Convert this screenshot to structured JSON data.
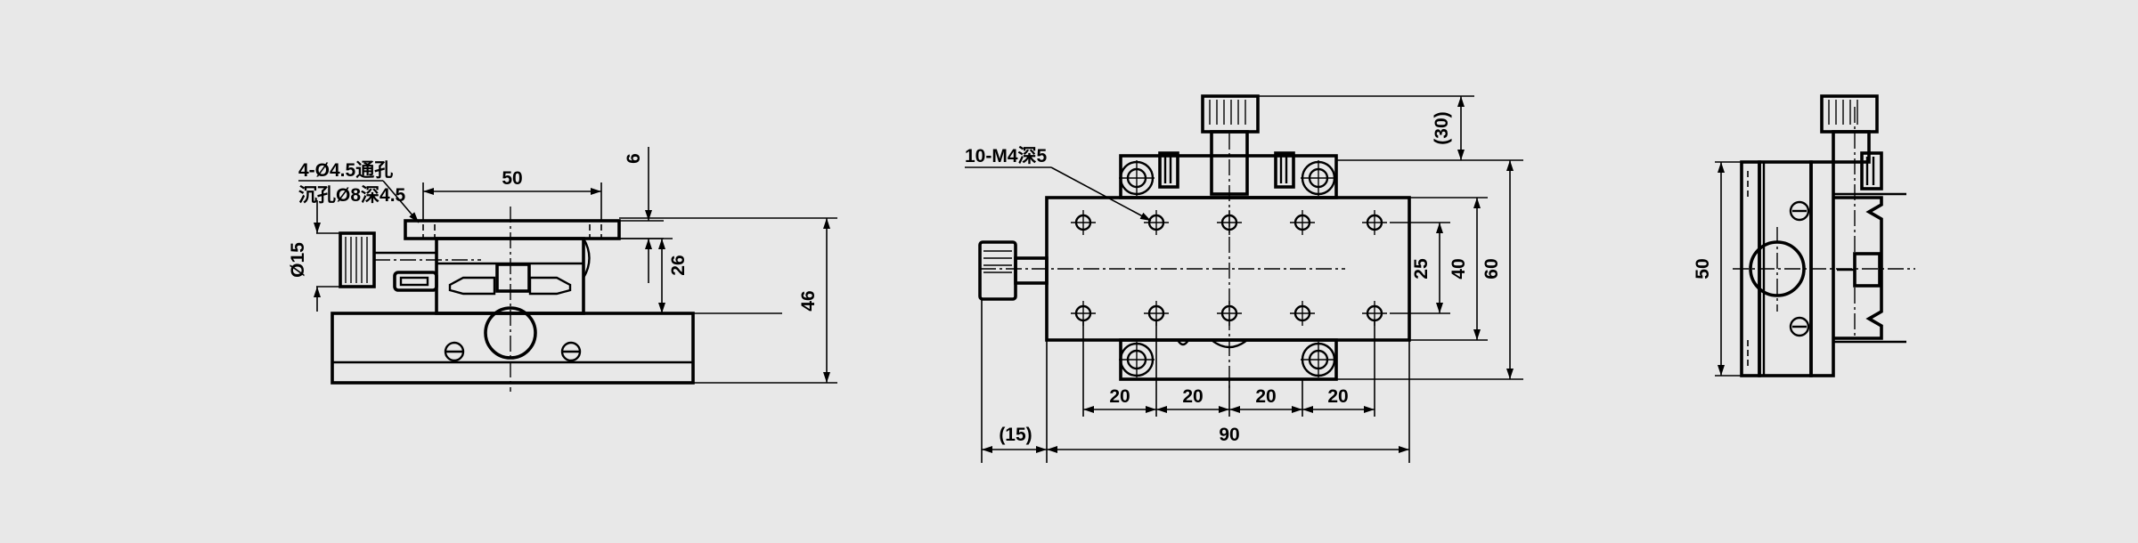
{
  "left_view": {
    "callout_holes": "4-Ø4.5通孔",
    "callout_counterbore": "沉孔Ø8深4.5",
    "dim_width_top": "50",
    "dim_plate_thickness": "6",
    "dim_knob_diameter": "Ø15",
    "dim_top_height": "26",
    "dim_total_height": "46"
  },
  "front_view": {
    "callout_threads": "10-M4深5",
    "dim_knob_projection": "(30)",
    "dim_hole_span": "25",
    "dim_40": "40",
    "dim_60": "60",
    "dim_pitch": [
      "20",
      "20",
      "20",
      "20"
    ],
    "dim_knob_offset": "(15)",
    "dim_length": "90"
  },
  "right_view": {
    "dim_width": "50"
  }
}
